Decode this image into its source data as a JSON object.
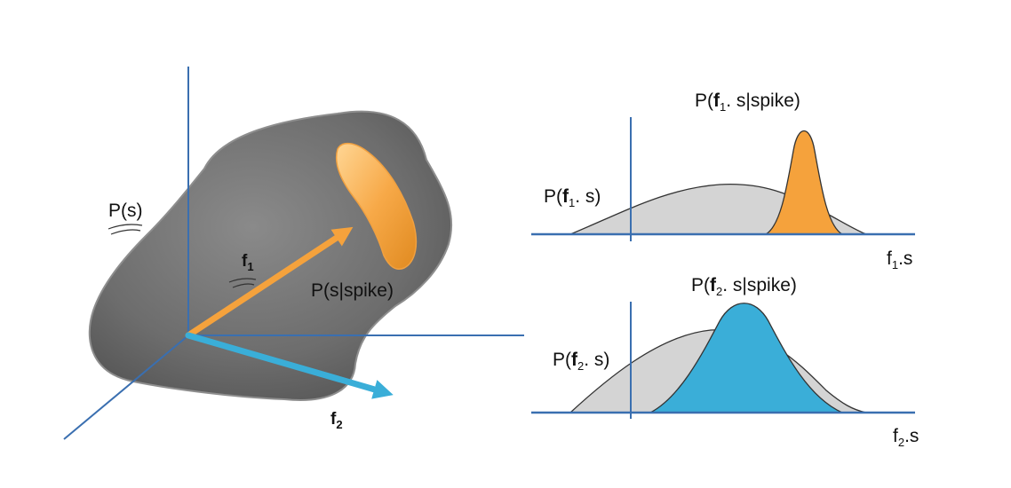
{
  "colors": {
    "axis": "#3a6fb0",
    "blob": "#6b6b6b",
    "blob_edge": "#8a8a8a",
    "prior_fill": "#d4d4d4",
    "prior_edge": "#333333",
    "orange": "#f5a23c",
    "orange_light": "#ffd08a",
    "blue": "#3aaed8"
  },
  "diagram": {
    "prior_label": "P(s)",
    "spike_cloud_label": "P(s|spike)",
    "f1_vector_label": "f",
    "f1_vector_sub": "1",
    "f2_vector_label": "f",
    "f2_vector_sub": "2"
  },
  "plot1": {
    "conditional_label": {
      "pre": "P(",
      "bold": "f",
      "sub": "1",
      "post": ". s|spike)"
    },
    "prior_label": {
      "pre": "P(",
      "bold": "f",
      "sub": "1",
      "post": ". s)"
    },
    "axis_label": {
      "pre": "f",
      "sub": "1",
      "post": ".s"
    }
  },
  "plot2": {
    "conditional_label": {
      "pre": "P(",
      "bold": "f",
      "sub": "2",
      "post": ". s|spike)"
    },
    "prior_label": {
      "pre": "P(",
      "bold": "f",
      "sub": "2",
      "post": ". s)"
    },
    "axis_label": {
      "pre": "f",
      "sub": "2",
      "post": ".s"
    }
  }
}
